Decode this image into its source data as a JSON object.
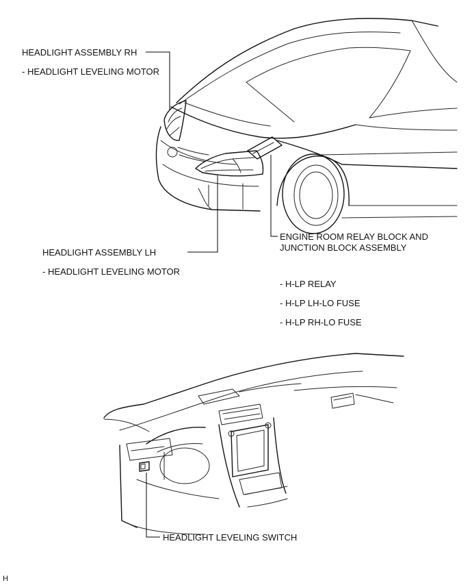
{
  "labels": {
    "rh_assembly": "HEADLIGHT ASSEMBLY RH",
    "rh_motor": "- HEADLIGHT LEVELING MOTOR",
    "lh_assembly": "HEADLIGHT ASSEMBLY LH",
    "lh_motor": "- HEADLIGHT LEVELING MOTOR",
    "relay_block_line1": "ENGINE ROOM RELAY BLOCK AND",
    "relay_block_line2": "JUNCTION BLOCK ASSEMBLY",
    "relay": "- H-LP RELAY",
    "fuse_lh": "- H-LP LH-LO FUSE",
    "fuse_rh": "- H-LP RH-LO FUSE",
    "switch": "HEADLIGHT LEVELING SWITCH",
    "corner_code": "H"
  },
  "colors": {
    "line": "#111111",
    "background": "#ffffff"
  }
}
